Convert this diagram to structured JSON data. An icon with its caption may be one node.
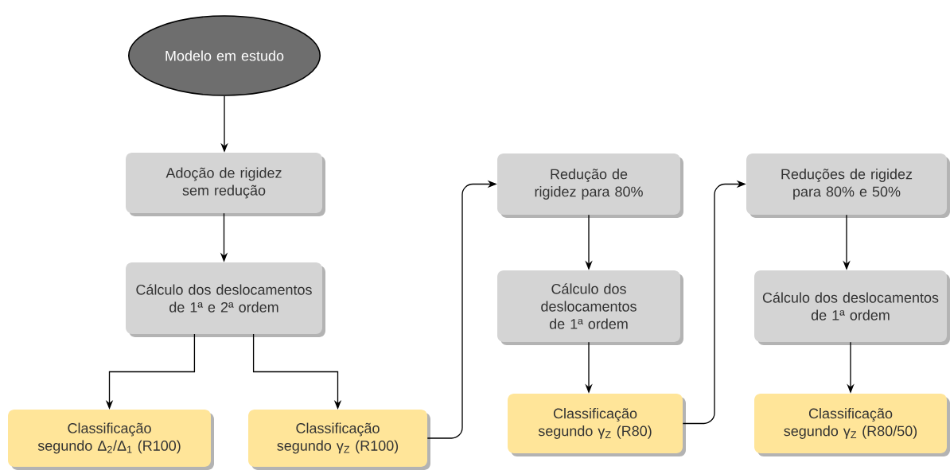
{
  "diagram": {
    "nodes": [
      {
        "text": [
          "Modelo em estudo"
        ]
      },
      {
        "text": [
          "Adoção de rigidez sem redução"
        ]
      },
      {
        "text": [
          "Cálculo dos deslocamentos de 1ª e 2ª ordem"
        ]
      },
      {
        "text": [
          "Classificação segundo Δ$_{2}$/Δ$_{1}$ (R100)"
        ]
      },
      {
        "text": [
          "Classificação segundo γ$_{Z}$ (R100)"
        ]
      },
      {
        "text": [
          "Redução de rigidez para 80%"
        ]
      },
      {
        "text": [
          "Cálculo dos deslocamentos de 1ª ordem"
        ]
      },
      {
        "text": [
          "Classificação segundo γ$_{Z}$ (R80)"
        ]
      },
      {
        "text": [
          "Reduções de rigidez para 80% e 50%"
        ]
      },
      {
        "text": [
          "Cálculo dos deslocamentos de 1ª ordem"
        ]
      },
      {
        "text": [
          "Classificação segundo γ$_{Z}$ (R80/50)"
        ]
      }
    ],
    "edges": [
      {
        "from": 0,
        "to": 1,
        "arrow": "to"
      },
      {
        "from": 1,
        "to": 2,
        "arrow": "to"
      },
      {
        "from": 2,
        "to": 3,
        "arrow": "to"
      },
      {
        "from": 2,
        "to": 4,
        "arrow": "to"
      },
      {
        "from": 4,
        "to": 5,
        "arrow": "to"
      },
      {
        "from": 5,
        "to": 6,
        "arrow": "to"
      },
      {
        "from": 6,
        "to": 7,
        "arrow": "to"
      },
      {
        "from": 7,
        "to": 8,
        "arrow": "to"
      },
      {
        "from": 8,
        "to": 9,
        "arrow": "to"
      },
      {
        "from": 9,
        "to": 10,
        "arrow": "to"
      }
    ]
  }
}
